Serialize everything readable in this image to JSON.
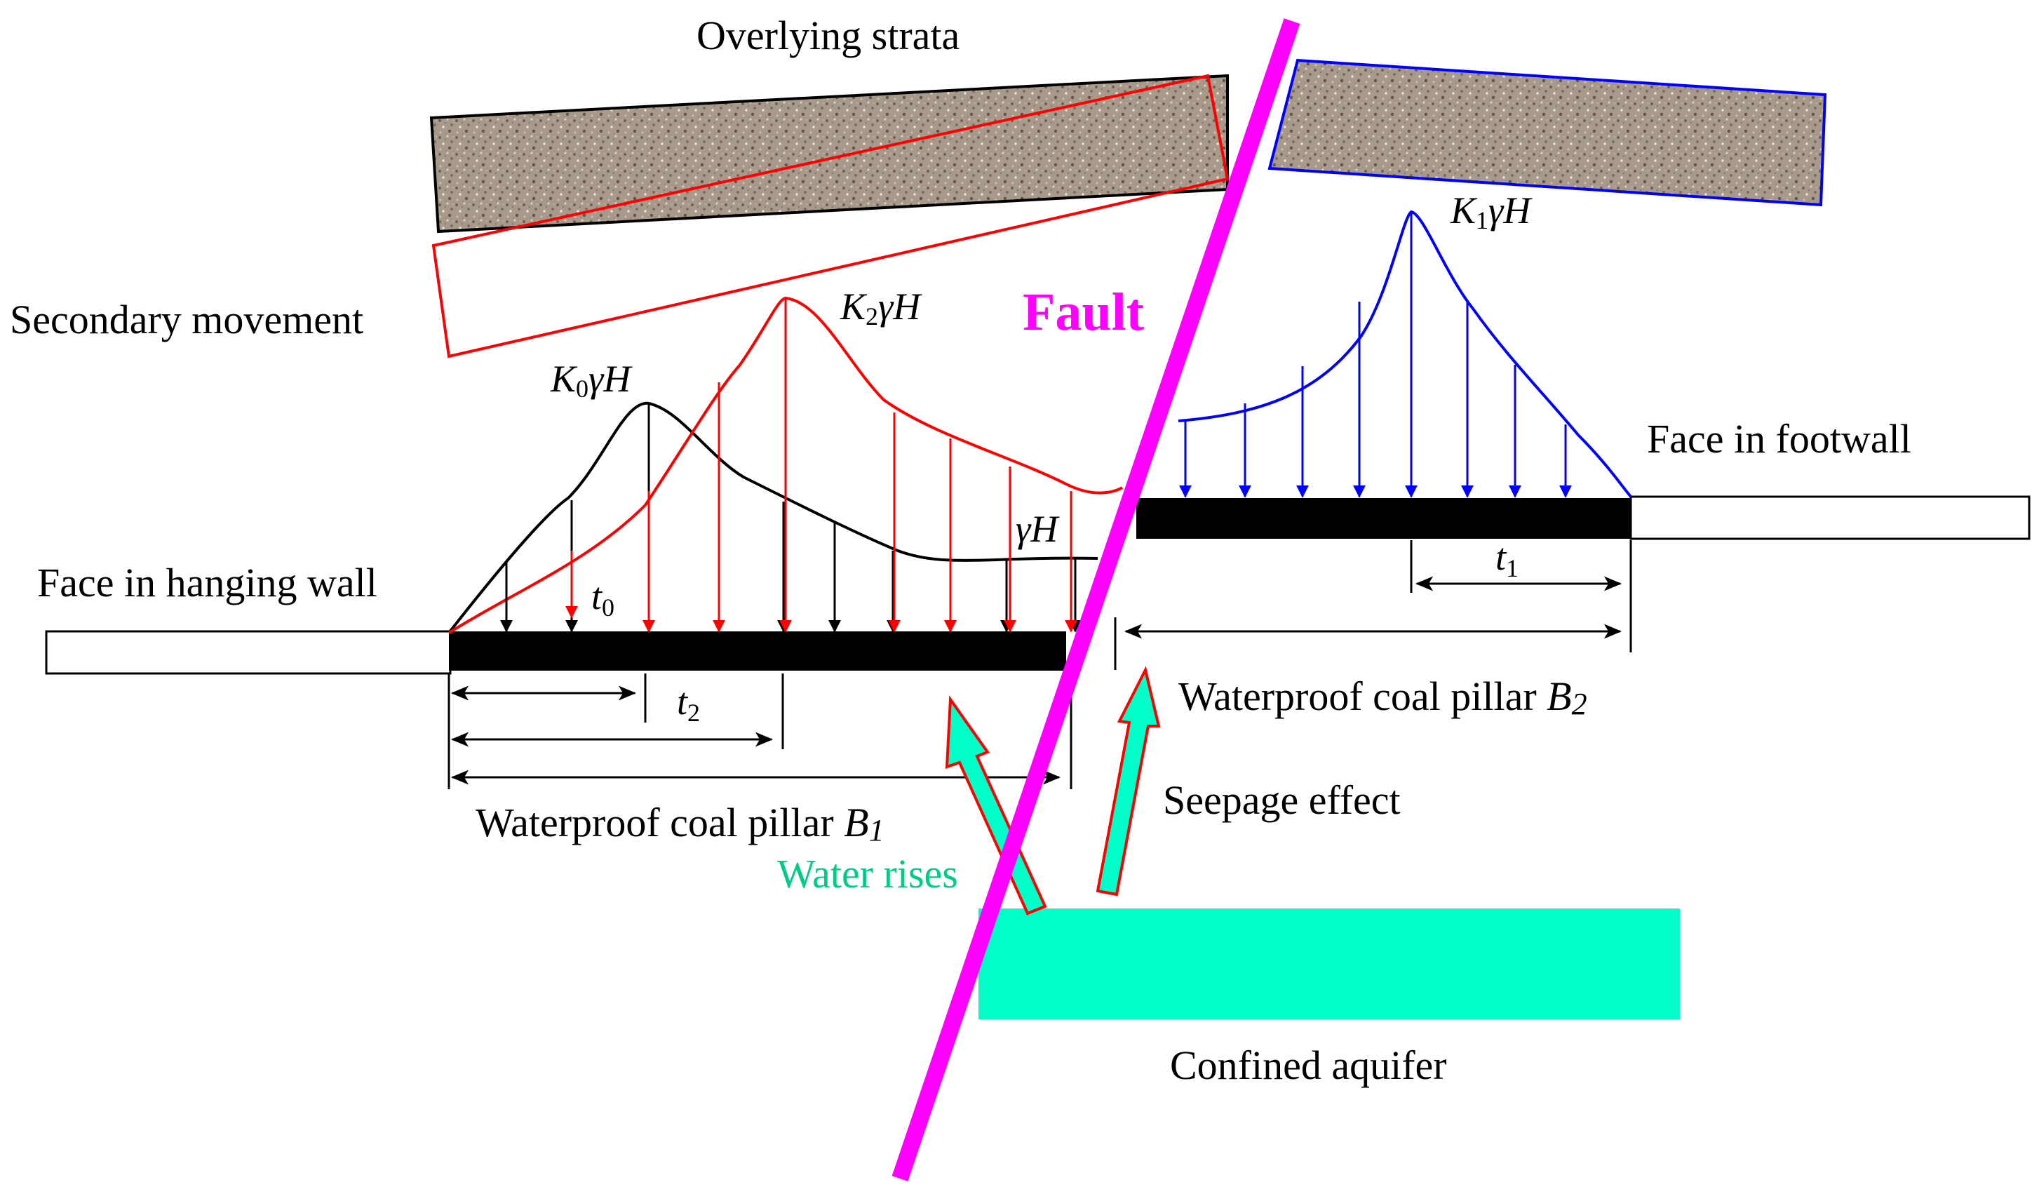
{
  "labels": {
    "overlying_strata": "Overlying strata",
    "secondary_movement": "Secondary movement",
    "fault": "Fault",
    "face_hanging_wall": "Face in hanging wall",
    "face_footwall": "Face in footwall",
    "pillar_b1_prefix": "Waterproof coal pillar ",
    "pillar_b1_sym": "B",
    "pillar_b1_sub": "1",
    "pillar_b2_prefix": "Waterproof coal pillar ",
    "pillar_b2_sym": "B",
    "pillar_b2_sub": "2",
    "seepage_effect": "Seepage effect",
    "water_rises": "Water rises",
    "confined_aquifer": "Confined aquifer"
  },
  "symbols": {
    "k0": {
      "k": "K",
      "sub": "0",
      "rest": "γH"
    },
    "k1": {
      "k": "K",
      "sub": "1",
      "rest": "γH"
    },
    "k2": {
      "k": "K",
      "sub": "2",
      "rest": "γH"
    },
    "gh": "γH",
    "t0": {
      "t": "t",
      "sub": "0"
    },
    "t1": {
      "t": "t",
      "sub": "1"
    },
    "t2": {
      "t": "t",
      "sub": "2"
    }
  },
  "colors": {
    "fault": "#ff00ff",
    "water": "#00ffc8",
    "water_text": "#00cc88",
    "hanging_curve": "#000000",
    "secondary_curve": "#ff0000",
    "footwall_curve": "#0000ff",
    "coal": "#000000",
    "rock": "#a89a8a"
  }
}
